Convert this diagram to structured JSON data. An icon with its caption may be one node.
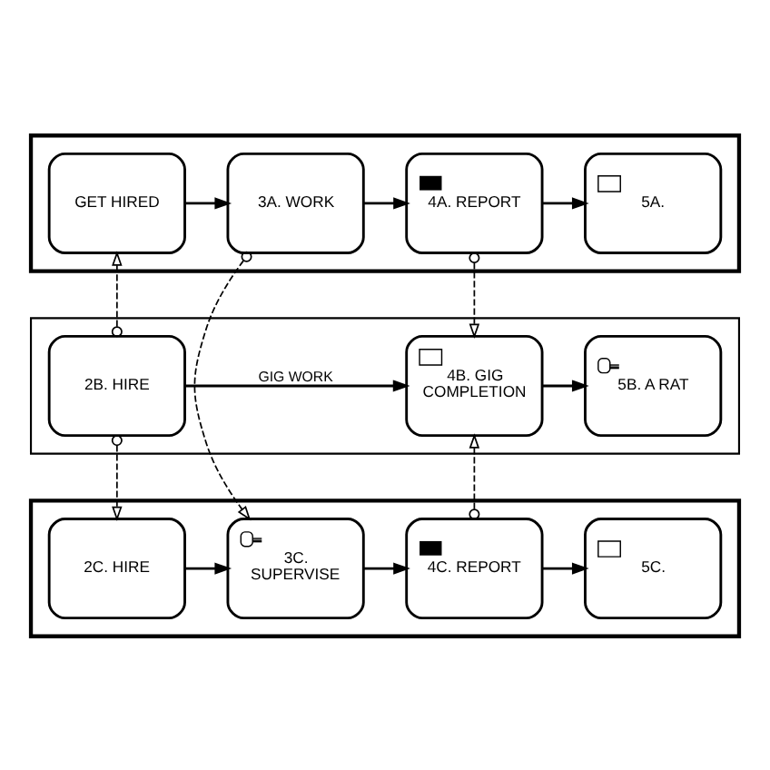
{
  "diagram": {
    "nodes": [
      {
        "text": [],
        "shape": "band"
      },
      {
        "text": [
          "GET HIRED"
        ],
        "in": 0
      },
      {
        "text": [
          "3A. WORK"
        ],
        "in": 0
      },
      {
        "text": [
          "4A. REPORT"
        ],
        "in": 0
      },
      {
        "text": [
          "5A."
        ],
        "in": 0
      },
      {
        "text": [],
        "shape": "band"
      },
      {
        "text": [
          "2B. HIRE"
        ],
        "in": 5
      },
      {
        "text": [
          "4B. GIG COMPLETION"
        ],
        "in": 5
      },
      {
        "text": [
          "5B. A RAT"
        ],
        "in": 5
      },
      {
        "text": [],
        "shape": "band"
      },
      {
        "text": [
          "2C. HIRE"
        ],
        "in": 9
      },
      {
        "text": [
          "3C. SUPERVISE"
        ],
        "in": 9
      },
      {
        "text": [
          "4C. REPORT"
        ],
        "in": 9
      },
      {
        "text": [
          "5C."
        ],
        "in": 9
      }
    ],
    "edges": [
      {
        "from": 1,
        "to": 2,
        "arrow": "to"
      },
      {
        "from": 2,
        "to": 3,
        "arrow": "to"
      },
      {
        "from": 3,
        "to": 4,
        "arrow": "to"
      },
      {
        "from": 6,
        "to": 1,
        "arrow": "to",
        "style": "dashed"
      },
      {
        "from": 2,
        "to": 11,
        "arrow": "to",
        "style": "dashed"
      },
      {
        "from": 3,
        "to": 7,
        "arrow": "to",
        "style": "dashed"
      },
      {
        "from": 6,
        "to": 7,
        "arrow": "to",
        "label": "GIG WORK"
      },
      {
        "from": 7,
        "to": 8,
        "arrow": "to"
      },
      {
        "from": 6,
        "to": 10,
        "arrow": "to",
        "style": "dashed"
      },
      {
        "from": 12,
        "to": 7,
        "arrow": "to",
        "style": "dashed"
      },
      {
        "from": 10,
        "to": 11,
        "arrow": "to"
      },
      {
        "from": 11,
        "to": 12,
        "arrow": "to"
      },
      {
        "from": 12,
        "to": 13,
        "arrow": "to"
      }
    ]
  }
}
